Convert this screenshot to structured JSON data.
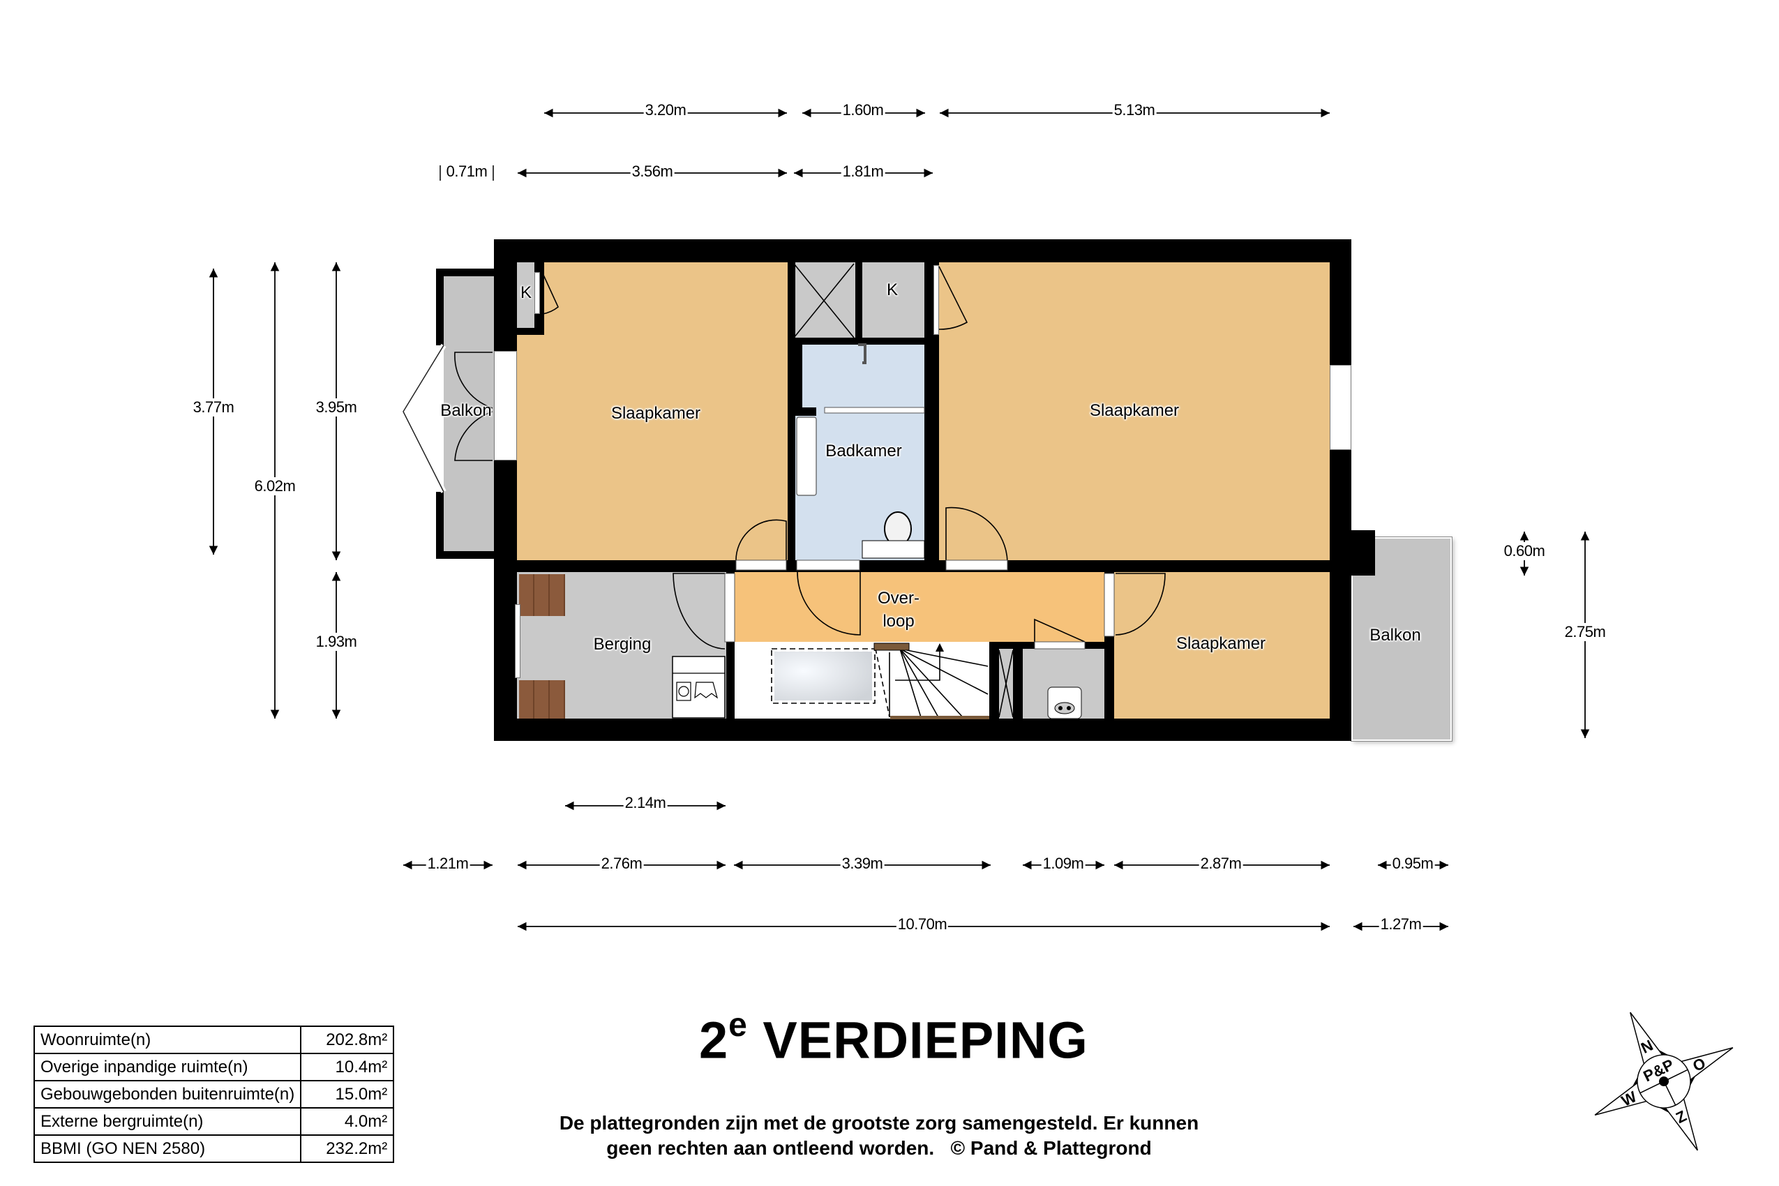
{
  "title": {
    "number": "2",
    "superscript": "e",
    "text": "VERDIEPING"
  },
  "disclaimer": {
    "line1": "De plattegronden zijn met de grootste zorg samengesteld. Er kunnen",
    "line2": "geen rechten aan ontleend worden.",
    "copyright_symbol": "©",
    "copyright": "Pand & Plattegrond"
  },
  "areas_table": [
    {
      "label": "Woonruimte(n)",
      "value": "202.8m²"
    },
    {
      "label": "Overige inpandige ruimte(n)",
      "value": "10.4m²"
    },
    {
      "label": "Gebouwgebonden buitenruimte(n)",
      "value": "15.0m²"
    },
    {
      "label": "Externe bergruimte(n)",
      "value": "4.0m²"
    },
    {
      "label": "BBMI (GO NEN 2580)",
      "value": "232.2m²"
    }
  ],
  "rooms": {
    "slaapkamer_left": "Slaapkamer",
    "slaapkamer_right": "Slaapkamer",
    "slaapkamer_small": "Slaapkamer",
    "badkamer": "Badkamer",
    "overloop_1": "Over-",
    "overloop_2": "loop",
    "berging": "Berging",
    "balkon_left": "Balkon",
    "balkon_right": "Balkon",
    "kast_left": "K",
    "kast_mid": "K"
  },
  "dimensions": {
    "top_row1": [
      "3.20m",
      "1.60m",
      "5.13m"
    ],
    "top_row2": [
      "0.71m",
      "3.56m",
      "1.81m"
    ],
    "left": [
      "3.77m",
      "6.02m",
      "3.95m",
      "1.93m"
    ],
    "right": [
      "0.60m",
      "2.75m"
    ],
    "bottom_row0": [
      "2.14m"
    ],
    "bottom_row1": [
      "1.21m",
      "2.76m",
      "3.39m",
      "1.09m",
      "2.87m",
      "0.95m"
    ],
    "bottom_row2": [
      "10.70m",
      "1.27m"
    ]
  },
  "compass": {
    "brand": "P&P",
    "n": "N",
    "o": "O",
    "z": "Z",
    "w": "W"
  },
  "colors": {
    "bedroom": "#ebc488",
    "landing": "#f6c27a",
    "bathroom": "#d3e0ee",
    "storage": "#c9c9c9",
    "balcony": "#c4c4c4",
    "wall": "#000000",
    "roof_tile": "#8b5a3c"
  }
}
